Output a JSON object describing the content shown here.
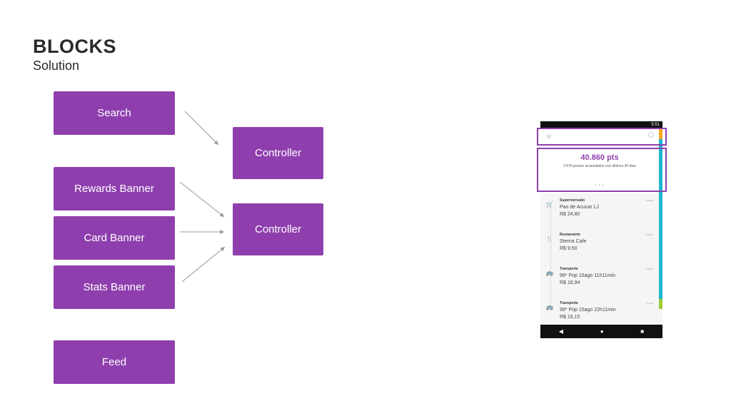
{
  "header": {
    "title": "BLOCKS",
    "subtitle": "Solution"
  },
  "blocks": {
    "search": "Search",
    "rewards_banner": "Rewards Banner",
    "card_banner": "Card Banner",
    "stats_banner": "Stats Banner",
    "feed": "Feed",
    "controller_1": "Controller",
    "controller_2": "Controller"
  },
  "colors": {
    "block": "#8e3fad",
    "arrow": "#999999",
    "accent_orange": "#f7a623",
    "accent_cyan": "#1fb5d0",
    "accent_green": "#9ccc3a"
  },
  "phone": {
    "status_time": "5:51",
    "logo": "Ⓜ",
    "points_value": "40.860 pts",
    "points_desc": "2.676 pontos acumulados nos últimos 30 dias",
    "dots": "• • •",
    "feed": [
      {
        "category": "Supermercado",
        "tag": "Gasto",
        "name": "Pao de Acucar LJ",
        "amount": "R$ 24,80",
        "icon": "cart-icon"
      },
      {
        "category": "Restaurante",
        "tag": "Gasto",
        "name": "Sterna Cafe",
        "amount": "R$ 9,50",
        "icon": "fork-icon"
      },
      {
        "category": "Transporte",
        "tag": "Gasto",
        "name": "99* Pop 16ago 11h11min",
        "amount": "R$ 18,94",
        "icon": "bus-icon"
      },
      {
        "category": "Transporte",
        "tag": "Troca",
        "name": "99* Pop 15ago 22h11min",
        "amount": "R$ 16,15",
        "icon": "bus-icon"
      }
    ],
    "nav": {
      "back": "◀",
      "home": "●",
      "recents": "■"
    }
  }
}
